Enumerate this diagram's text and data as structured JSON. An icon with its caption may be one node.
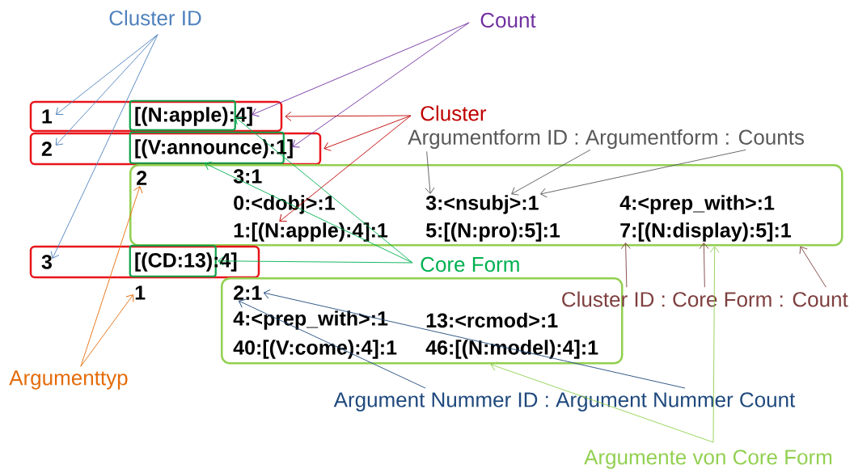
{
  "diagram": {
    "nodes": [
      {
        "text": [
          "Cluster ID"
        ]
      },
      {
        "text": [
          "Count"
        ]
      },
      {
        "text": [
          "1",
          "[(N:apple):4]"
        ]
      },
      {
        "text": [
          "Cluster"
        ]
      },
      {
        "text": [
          "2",
          "[(V:announce):1]"
        ]
      },
      {
        "text": [
          "Argumentform ID : Argumentform : Counts"
        ]
      },
      {
        "text": [],
        "shape": "box"
      },
      {
        "text": [
          "2"
        ],
        "in": 6
      },
      {
        "text": [
          "3:1"
        ],
        "in": 6
      },
      {
        "text": [
          "0:<dobj>:1"
        ],
        "in": 6
      },
      {
        "text": [
          "3:<nsubj>:1"
        ],
        "in": 6
      },
      {
        "text": [
          "4:<prep_with>:1"
        ],
        "in": 6
      },
      {
        "text": [
          "1:[(N:apple):4]:1"
        ],
        "in": 6
      },
      {
        "text": [
          "5:[(N:pro):5]:1"
        ],
        "in": 6
      },
      {
        "text": [
          "7:[(N:display):5]:1"
        ],
        "in": 6
      },
      {
        "text": [
          "3",
          "[(CD:13):4]"
        ]
      },
      {
        "text": [
          "Core Form"
        ]
      },
      {
        "text": [
          "1"
        ]
      },
      {
        "text": [],
        "shape": "box"
      },
      {
        "text": [
          "2:1"
        ],
        "in": 18
      },
      {
        "text": [
          "4:<prep_with>:1"
        ],
        "in": 18
      },
      {
        "text": [
          "13:<rcmod>:1"
        ],
        "in": 18
      },
      {
        "text": [
          "Cluster ID : Core Form : Count"
        ]
      },
      {
        "text": [
          "40:[(V:come):4]:1"
        ],
        "in": 18
      },
      {
        "text": [
          "46:[(N:model):4]:1"
        ],
        "in": 18
      },
      {
        "text": [
          "Argumenttyp"
        ]
      },
      {
        "text": [
          "Argument Nummer ID : Argument Nummer Count"
        ]
      },
      {
        "text": [
          "Argumente von Core Form"
        ]
      }
    ],
    "edges": [
      {
        "from": 0,
        "to": 2,
        "arrow": "to",
        "color": "#4f81bd"
      },
      {
        "from": 0,
        "to": 4,
        "arrow": "to",
        "color": "#4f81bd"
      },
      {
        "from": 0,
        "to": 15,
        "arrow": "to",
        "color": "#4f81bd"
      },
      {
        "from": 1,
        "to": 2,
        "arrow": "to",
        "color": "#7030a0"
      },
      {
        "from": 1,
        "to": 4,
        "arrow": "to",
        "color": "#7030a0"
      },
      {
        "from": 3,
        "to": 2,
        "arrow": "to",
        "color": "#c00000"
      },
      {
        "from": 3,
        "to": 4,
        "arrow": "to",
        "color": "#c00000"
      },
      {
        "from": 3,
        "to": 12,
        "arrow": "to",
        "color": "#c00000"
      },
      {
        "from": 5,
        "to": 10,
        "arrow": "to",
        "color": "#595959"
      },
      {
        "from": 5,
        "to": 10,
        "arrow": "to",
        "color": "#595959"
      },
      {
        "from": 5,
        "to": 10,
        "arrow": "to",
        "color": "#595959"
      },
      {
        "from": 16,
        "to": 2,
        "arrow": "to",
        "color": "#00b050"
      },
      {
        "from": 16,
        "to": 4,
        "arrow": "to",
        "color": "#00b050"
      },
      {
        "from": 16,
        "to": 15,
        "arrow": "to",
        "color": "#00b050"
      },
      {
        "from": 22,
        "to": 14,
        "arrow": "to",
        "color": "#7f3f3f"
      },
      {
        "from": 22,
        "to": 14,
        "arrow": "to",
        "color": "#7f3f3f"
      },
      {
        "from": 22,
        "to": 6,
        "arrow": "to",
        "color": "#7f3f3f"
      },
      {
        "from": 25,
        "to": 7,
        "arrow": "to",
        "color": "#e46c0a"
      },
      {
        "from": 25,
        "to": 17,
        "arrow": "to",
        "color": "#e46c0a"
      },
      {
        "from": 26,
        "to": 19,
        "arrow": "to",
        "color": "#1f497d"
      },
      {
        "from": 26,
        "to": 19,
        "arrow": "to",
        "color": "#1f497d"
      },
      {
        "from": 27,
        "to": 18,
        "arrow": "to",
        "color": "#92d050"
      },
      {
        "from": 27,
        "to": 6,
        "arrow": "to",
        "color": "#92d050"
      }
    ]
  }
}
